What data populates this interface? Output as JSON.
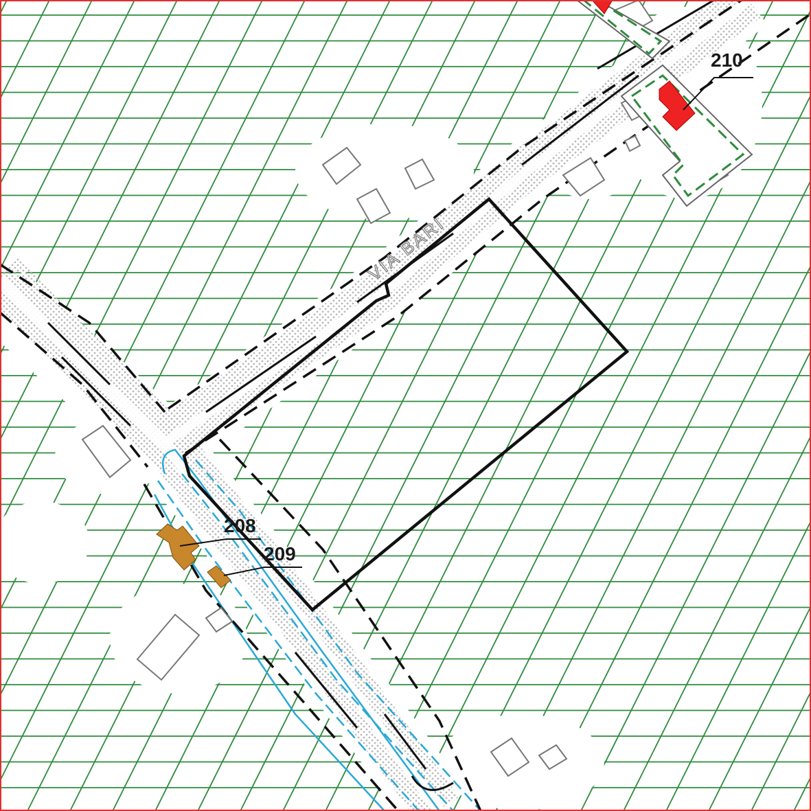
{
  "map": {
    "road_name": "VIA BARI",
    "parcels": [
      {
        "id": "208",
        "label": "208"
      },
      {
        "id": "209",
        "label": "209"
      },
      {
        "id": "210",
        "label": "210"
      }
    ],
    "colors": {
      "hatch": "#2e8b3c",
      "frame": "#e03030",
      "boundary": "#111111",
      "road_dash": "#111111",
      "stipple": "#bdbdbd",
      "water": "#29a8d6",
      "building_outline": "#777777",
      "parcel_208_209_fill": "#c8872a",
      "parcel_210_fill": "#ee2222",
      "green_dash": "#2e8b3c"
    }
  }
}
